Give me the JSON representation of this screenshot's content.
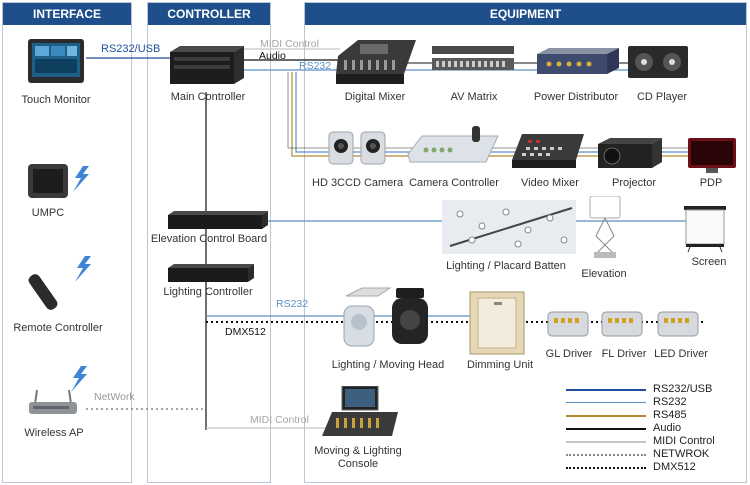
{
  "headers": {
    "interface": "INTERFACE",
    "controller": "CONTROLLER",
    "equipment": "EQUIPMENT"
  },
  "interface": {
    "touch_monitor": "Touch Monitor",
    "umpc": "UMPC",
    "remote_controller": "Remote Controller",
    "wireless_ap": "Wireless AP"
  },
  "controller": {
    "main_controller": "Main Controller",
    "elevation_board": "Elevation Control Board",
    "lighting_controller": "Lighting Controller"
  },
  "equipment": {
    "digital_mixer": "Digital Mixer",
    "av_matrix": "AV Matrix",
    "power_distributor": "Power Distributor",
    "cd_player": "CD Player",
    "hd_camera": "HD 3CCD Camera",
    "camera_controller": "Camera Controller",
    "video_mixer": "Video Mixer",
    "projector": "Projector",
    "pdp": "PDP",
    "lighting_batten": "Lighting / Placard Batten",
    "elevation": "Elevation",
    "screen": "Screen",
    "moving_head": "Lighting / Moving Head",
    "dimming_unit": "Dimming Unit",
    "gl_driver": "GL Driver",
    "fl_driver": "FL Driver",
    "led_driver": "LED Driver",
    "console": "Moving & Lighting\nConsole"
  },
  "wire_labels": {
    "rs232_usb": "RS232/USB",
    "midi_top": "MIDI Control",
    "audio": "Audio",
    "rs232_top": "RS232",
    "rs232_mid": "RS232",
    "dmx": "DMX512",
    "network": "NetWork",
    "midi_bottom": "MIDI Control"
  },
  "legend": [
    {
      "label": "RS232/USB",
      "color": "#1f4f9c",
      "style": "solid"
    },
    {
      "label": "RS232",
      "color": "#5a8fc4",
      "style": "solid"
    },
    {
      "label": "RS485",
      "color": "#b08a2e",
      "style": "solid"
    },
    {
      "label": "Audio",
      "color": "#111111",
      "style": "solid"
    },
    {
      "label": "MIDI Control",
      "color": "#bdbdbd",
      "style": "solid"
    },
    {
      "label": "NETWROK",
      "color": "#888888",
      "style": "dotted"
    },
    {
      "label": "DMX512",
      "color": "#111111",
      "style": "dotted"
    }
  ]
}
